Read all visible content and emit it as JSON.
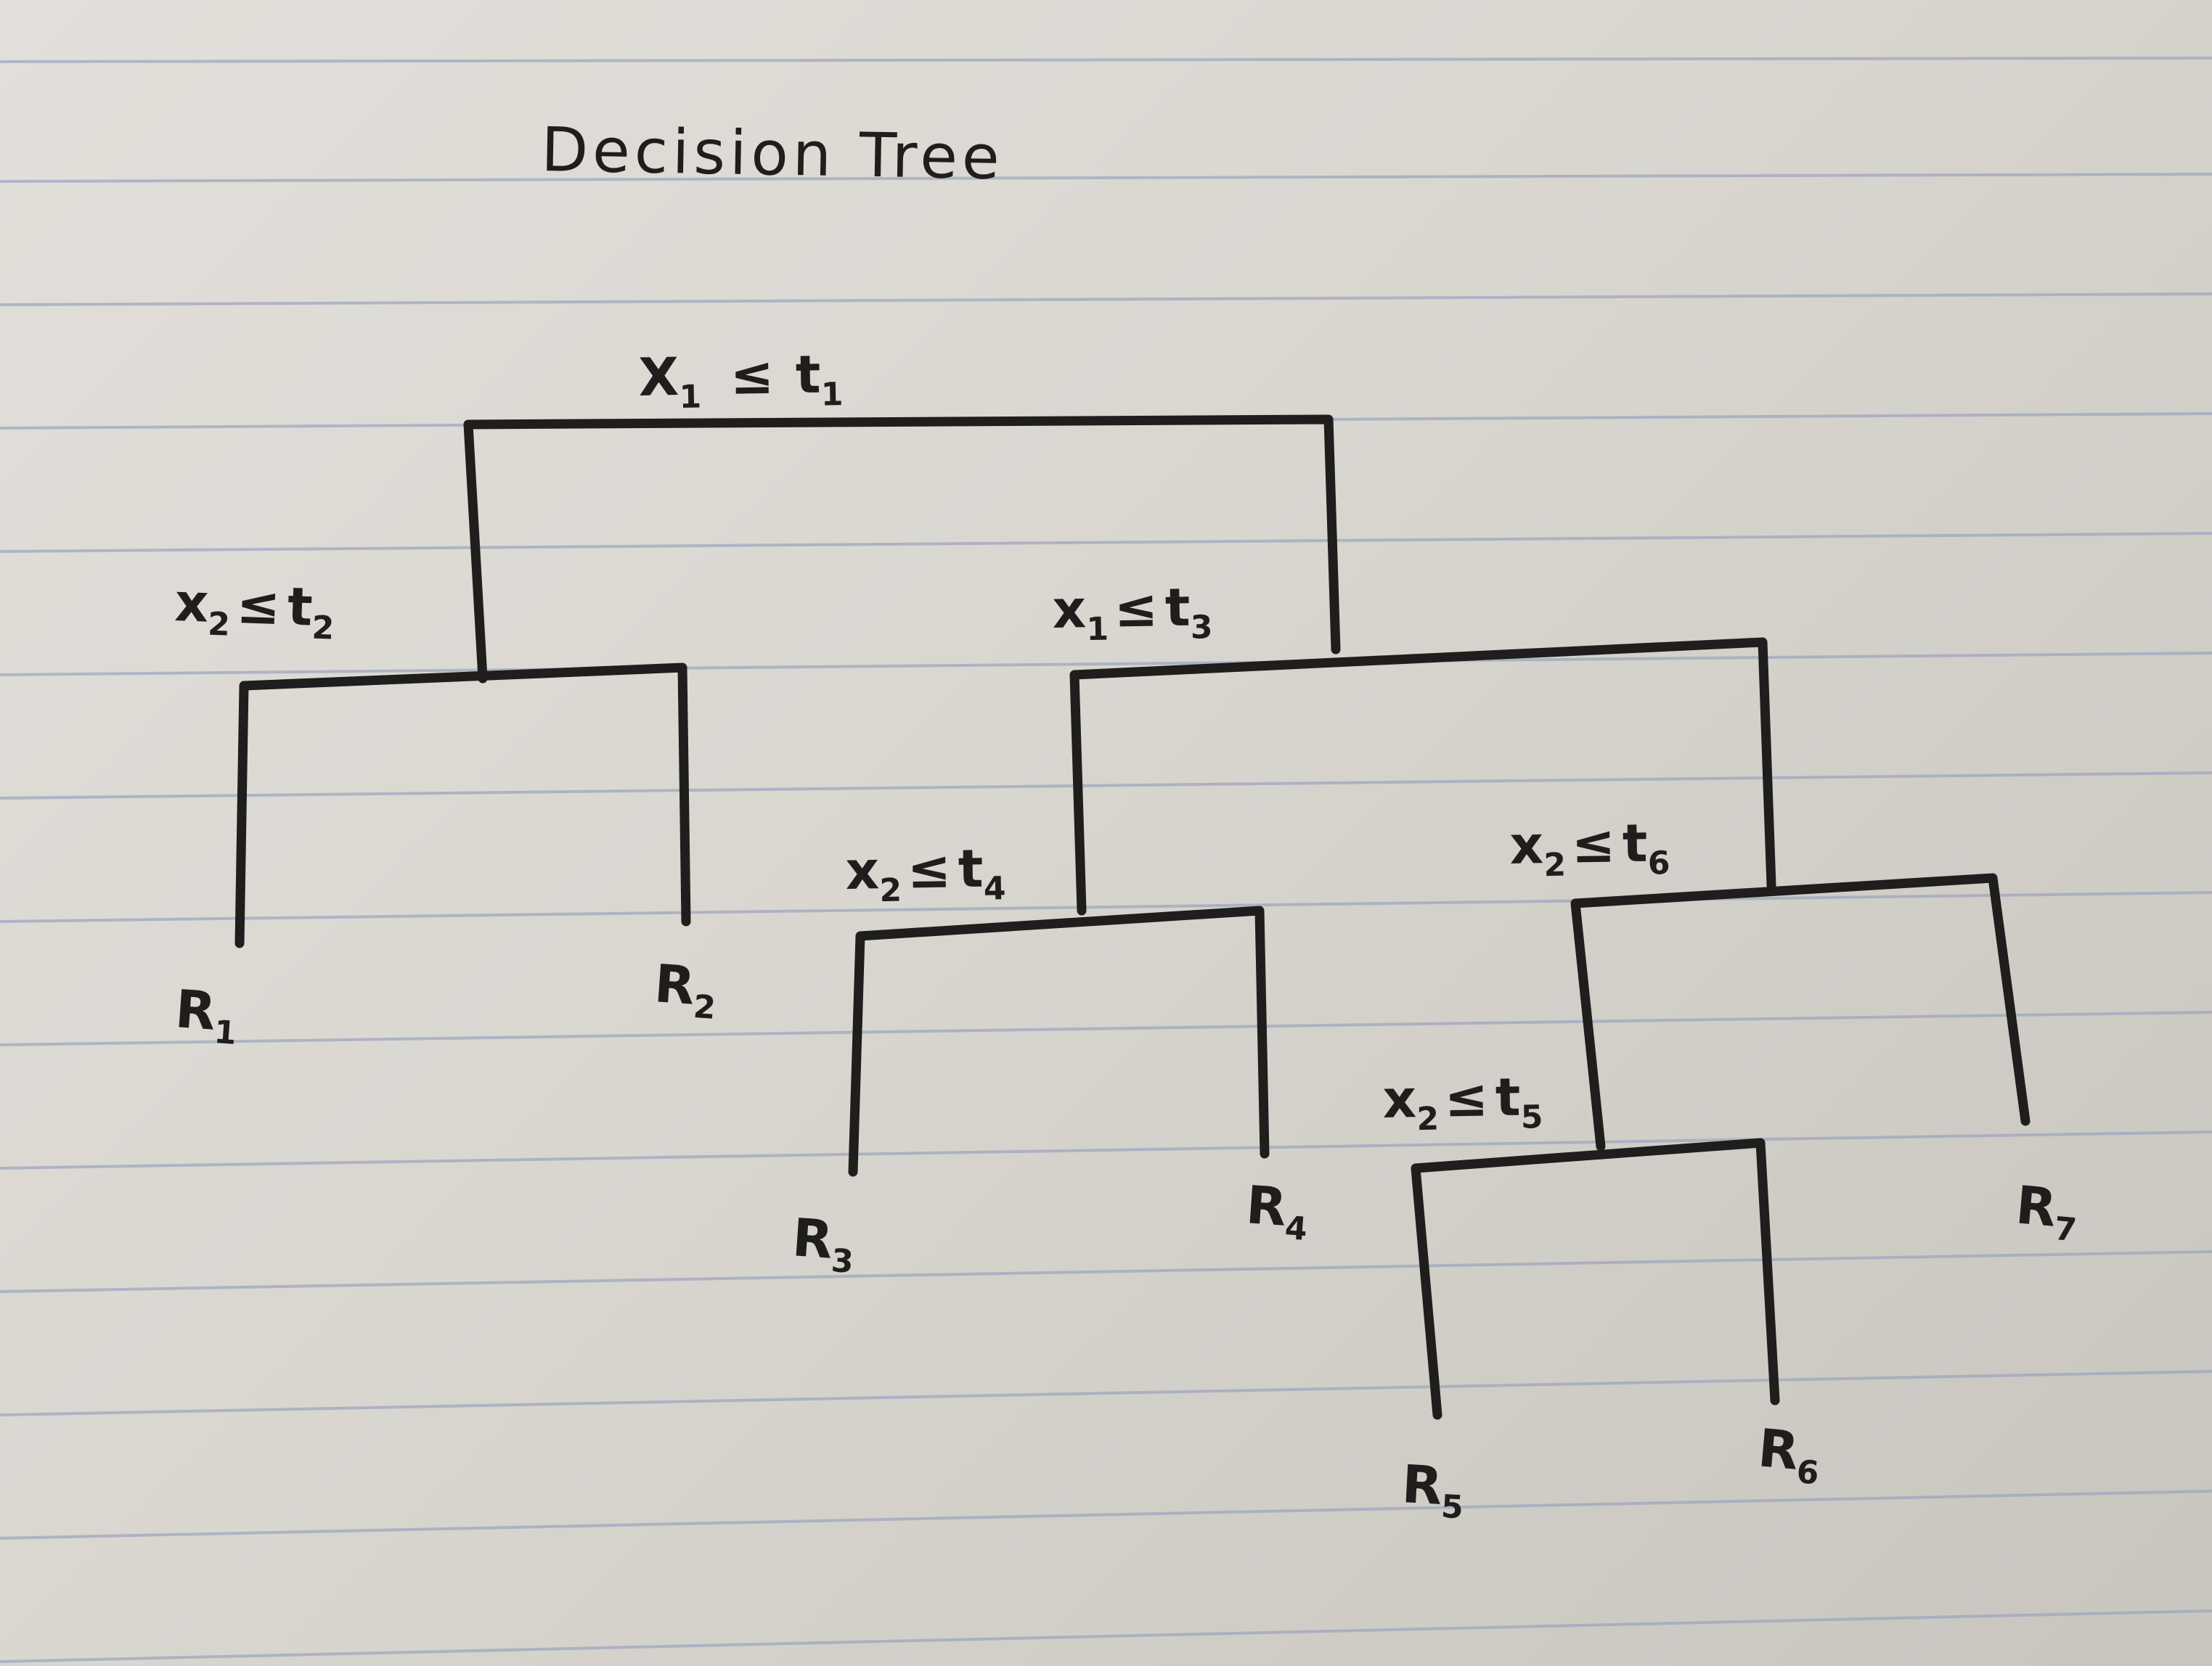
{
  "title": "Decision Tree",
  "nodes": {
    "root": {
      "var": "X",
      "var_sub": "1",
      "op": "≤",
      "thr": "t",
      "thr_sub": "1"
    },
    "left": {
      "var": "x",
      "var_sub": "2",
      "op": "≤",
      "thr": "t",
      "thr_sub": "2"
    },
    "right": {
      "var": "x",
      "var_sub": "1",
      "op": "≤",
      "thr": "t",
      "thr_sub": "3"
    },
    "n4": {
      "var": "x",
      "var_sub": "2",
      "op": "≤",
      "thr": "t",
      "thr_sub": "4"
    },
    "n6": {
      "var": "x",
      "var_sub": "2",
      "op": "≤",
      "thr": "t",
      "thr_sub": "6"
    },
    "n5": {
      "var": "x",
      "var_sub": "2",
      "op": "≤",
      "thr": "t",
      "thr_sub": "5"
    }
  },
  "leaves": {
    "r1": {
      "main": "R",
      "sub": "1"
    },
    "r2": {
      "main": "R",
      "sub": "2"
    },
    "r3": {
      "main": "R",
      "sub": "3"
    },
    "r4": {
      "main": "R",
      "sub": "4"
    },
    "r5": {
      "main": "R",
      "sub": "5"
    },
    "r6": {
      "main": "R",
      "sub": "6"
    },
    "r7": {
      "main": "R",
      "sub": "7"
    }
  },
  "colors": {
    "ink": "#1f1e1d",
    "paper": "#dedbd6",
    "rule": "#9aa5bd"
  }
}
